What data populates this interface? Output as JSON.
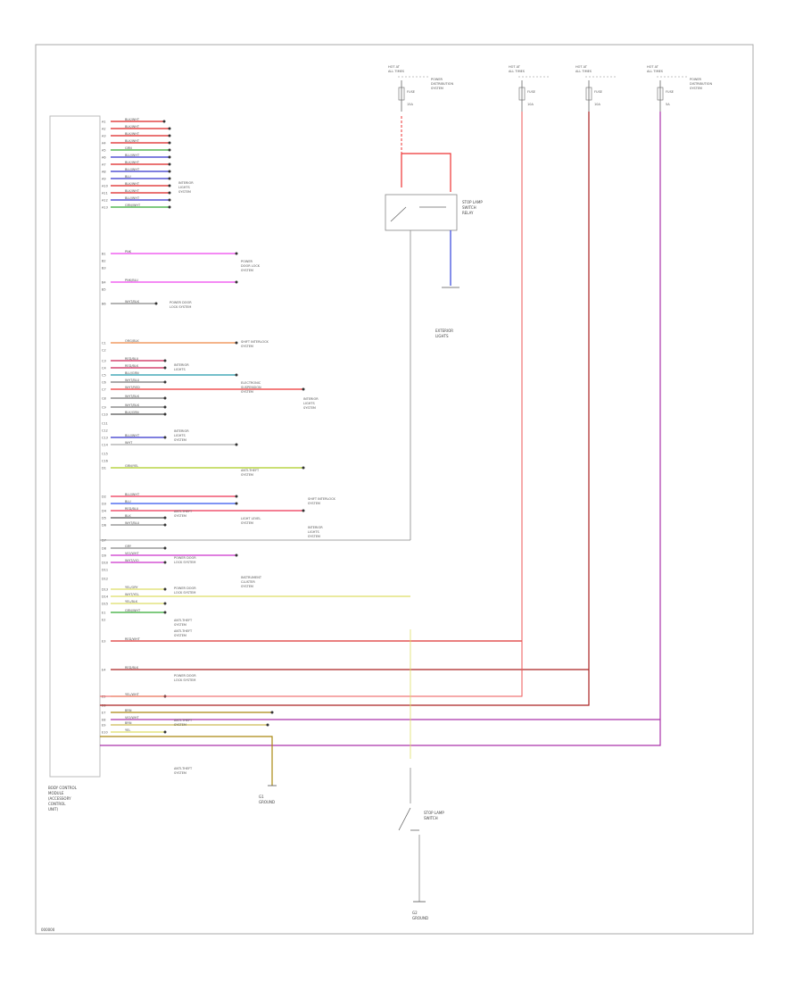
{
  "diagram": {
    "module_label": [
      "BODY CONTROL",
      "MODULE",
      "(ACCESSORY",
      "CONTROL",
      "UNIT)"
    ],
    "footer_code": "000000",
    "fuses": [
      {
        "label": [
          "HOT AT",
          "ALL TIMES"
        ],
        "fuse": "FUSE",
        "amps": "15A",
        "desc": [
          "POWER",
          "DISTRIBUTION",
          "SYSTEM"
        ]
      },
      {
        "label": [
          "HOT AT",
          "ALL TIMES"
        ],
        "fuse": "FUSE",
        "amps": "10A",
        "desc": []
      },
      {
        "label": [
          "HOT AT",
          "ALL TIMES"
        ],
        "fuse": "FUSE",
        "amps": "10A",
        "desc": []
      },
      {
        "label": [
          "HOT AT",
          "ALL TIMES"
        ],
        "fuse": "FUSE",
        "amps": "5A",
        "desc": [
          "POWER",
          "DISTRIBUTION",
          "SYSTEM"
        ]
      }
    ],
    "relay_label": [
      "STOP LAMP",
      "SWITCH",
      "RELAY"
    ],
    "relay_note": [
      "EXTERIOR",
      "LIGHTS"
    ],
    "switch_label": [
      "STOP LAMP",
      "SWITCH"
    ],
    "ground_left": [
      "G1",
      "GROUND"
    ],
    "ground_bottom": [
      "G2",
      "GROUND"
    ],
    "pins": [
      {
        "pin": "A1",
        "wire": "BLK/WHT",
        "color": "#dd2222"
      },
      {
        "pin": "A2",
        "wire": "BLK/WHT",
        "color": "#dd2222"
      },
      {
        "pin": "A3",
        "wire": "BLK/WHT",
        "color": "#dd2222"
      },
      {
        "pin": "A4",
        "wire": "BLK/WHT",
        "color": "#dd2222"
      },
      {
        "pin": "A5",
        "wire": "GRN",
        "color": "#33aa33"
      },
      {
        "pin": "A6",
        "wire": "BLU/WHT",
        "color": "#3333cc"
      },
      {
        "pin": "A7",
        "wire": "BLK/WHT",
        "color": "#dd2222"
      },
      {
        "pin": "A8",
        "wire": "BLU/WHT",
        "color": "#3333cc"
      },
      {
        "pin": "A9",
        "wire": "BLU",
        "color": "#3333cc"
      },
      {
        "pin": "A10",
        "wire": "BLK/WHT",
        "color": "#dd2222"
      },
      {
        "pin": "A11",
        "wire": "BLK/WHT",
        "color": "#dd2222"
      },
      {
        "pin": "A12",
        "wire": "BLU/WHT",
        "color": "#3333cc"
      },
      {
        "pin": "A13",
        "wire": "GRN/WHT",
        "color": "#33aa33"
      },
      {
        "pin": "B1",
        "wire": "PNK",
        "color": "#ee44ee"
      },
      {
        "pin": "B2",
        "wire": "",
        "color": ""
      },
      {
        "pin": "B3",
        "wire": "",
        "color": ""
      },
      {
        "pin": "B4",
        "wire": "PNK/BLU",
        "color": "#ee44ee"
      },
      {
        "pin": "B5",
        "wire": "",
        "color": ""
      },
      {
        "pin": "B6",
        "wire": "WHT/BLK",
        "color": "#888888"
      },
      {
        "pin": "C1",
        "wire": "ORG/BLK",
        "color": "#ee8844"
      },
      {
        "pin": "C2",
        "wire": "",
        "color": ""
      },
      {
        "pin": "C3",
        "wire": "RED/BLU",
        "color": "#cc2255"
      },
      {
        "pin": "C4",
        "wire": "RED/BLK",
        "color": "#cc2255"
      },
      {
        "pin": "C5",
        "wire": "BLU/GRN",
        "color": "#2299aa"
      },
      {
        "pin": "C6",
        "wire": "WHT/BLU",
        "color": "#777777"
      },
      {
        "pin": "C7",
        "wire": "WHT/RED",
        "color": "#ee3333"
      },
      {
        "pin": "C8",
        "wire": "WHT/BLK",
        "color": "#777777"
      },
      {
        "pin": "C9",
        "wire": "WHT/BLK",
        "color": "#777777"
      },
      {
        "pin": "C10",
        "wire": "BLK/GRN",
        "color": "#555555"
      },
      {
        "pin": "C11",
        "wire": "",
        "color": ""
      },
      {
        "pin": "C12",
        "wire": "",
        "color": ""
      },
      {
        "pin": "C13",
        "wire": "BLU/WHT",
        "color": "#3333cc"
      },
      {
        "pin": "C14",
        "wire": "WHT",
        "color": "#aaaaaa"
      },
      {
        "pin": "C15",
        "wire": "",
        "color": ""
      },
      {
        "pin": "C16",
        "wire": "",
        "color": ""
      },
      {
        "pin": "D1",
        "wire": "GRN/YEL",
        "color": "#aacc22"
      },
      {
        "pin": "D2",
        "wire": "BLU/WHT",
        "color": "#ee3355"
      },
      {
        "pin": "D3",
        "wire": "BLU",
        "color": "#3355ee"
      },
      {
        "pin": "D4",
        "wire": "RED/BLU",
        "color": "#ee3355"
      },
      {
        "pin": "D5",
        "wire": "BLK",
        "color": "#555555"
      },
      {
        "pin": "D6",
        "wire": "WHT/BLU",
        "color": "#888888"
      },
      {
        "pin": "D7",
        "wire": "",
        "color": ""
      },
      {
        "pin": "D8",
        "wire": "GRY",
        "color": "#888888"
      },
      {
        "pin": "D9",
        "wire": "VIO/WHT",
        "color": "#cc33cc"
      },
      {
        "pin": "D10",
        "wire": "WHT/VIO",
        "color": "#cc33cc"
      },
      {
        "pin": "D11",
        "wire": "",
        "color": ""
      },
      {
        "pin": "D12",
        "wire": "",
        "color": ""
      },
      {
        "pin": "D13",
        "wire": "YEL/GRY",
        "color": "#dddd66"
      },
      {
        "pin": "D14",
        "wire": "WHT/YEL",
        "color": "#dddd66"
      },
      {
        "pin": "D15",
        "wire": "YEL/BLK",
        "color": "#dddd66"
      },
      {
        "pin": "E1",
        "wire": "GRN/WHT",
        "color": "#33aa33"
      },
      {
        "pin": "E2",
        "wire": "",
        "color": ""
      },
      {
        "pin": "E3",
        "wire": "RED/WHT",
        "color": "#dd3333"
      },
      {
        "pin": "E4",
        "wire": "RED/BLK",
        "color": "#aa2222"
      },
      {
        "pin": "E5",
        "wire": "YEL/WHT",
        "color": "#dddd66"
      },
      {
        "pin": "E6",
        "wire": "",
        "color": ""
      },
      {
        "pin": "E7",
        "wire": "BRN",
        "color": "#aa8811"
      },
      {
        "pin": "E8",
        "wire": "VIO/WHT",
        "color": "#aa33aa"
      },
      {
        "pin": "E9",
        "wire": "BRN",
        "color": "#ccbb55"
      },
      {
        "pin": "E10",
        "wire": "YEL",
        "color": "#dddd66"
      }
    ],
    "side_labels": [
      [
        "INTERIOR",
        "LIGHTS",
        "SYSTEM"
      ],
      [
        "POWER",
        "DOOR LOCK",
        "SYSTEM"
      ],
      [
        "POWER DOOR",
        "LOCK SYSTEM"
      ],
      [
        "SHIFT INTERLOCK",
        "SYSTEM"
      ],
      [
        "INTERIOR",
        "LIGHTS"
      ],
      [
        "ELECTRONIC",
        "SUSPENSION",
        "SYSTEM"
      ],
      [
        "INTERIOR",
        "LIGHTS",
        "SYSTEM"
      ],
      [
        "INTERIOR",
        "LIGHTS",
        "SYSTEM"
      ],
      [
        "ANTI-THEFT",
        "SYSTEM"
      ],
      [
        "SHIFT INTERLOCK",
        "SYSTEM"
      ],
      [
        "ANTI-THEFT",
        "SYSTEM"
      ],
      [
        "LIGHT LEVEL",
        "SYSTEM"
      ],
      [
        "INTERIOR",
        "LIGHTS",
        "SYSTEM"
      ],
      [
        "POWER DOOR",
        "LOCK SYSTEM"
      ],
      [
        "INSTRUMENT",
        "CLUSTER",
        "SYSTEM"
      ],
      [
        "POWER DOOR",
        "LOCK SYSTEM"
      ],
      [
        "ANTI-THEFT",
        "SYSTEM"
      ],
      [
        "ANTI-THEFT",
        "SYSTEM"
      ],
      [
        "POWER DOOR",
        "LOCK SYSTEM"
      ],
      [
        "ANTI-THEFT",
        "SYSTEM"
      ],
      [
        "ANTI-THEFT",
        "SYSTEM"
      ]
    ]
  }
}
